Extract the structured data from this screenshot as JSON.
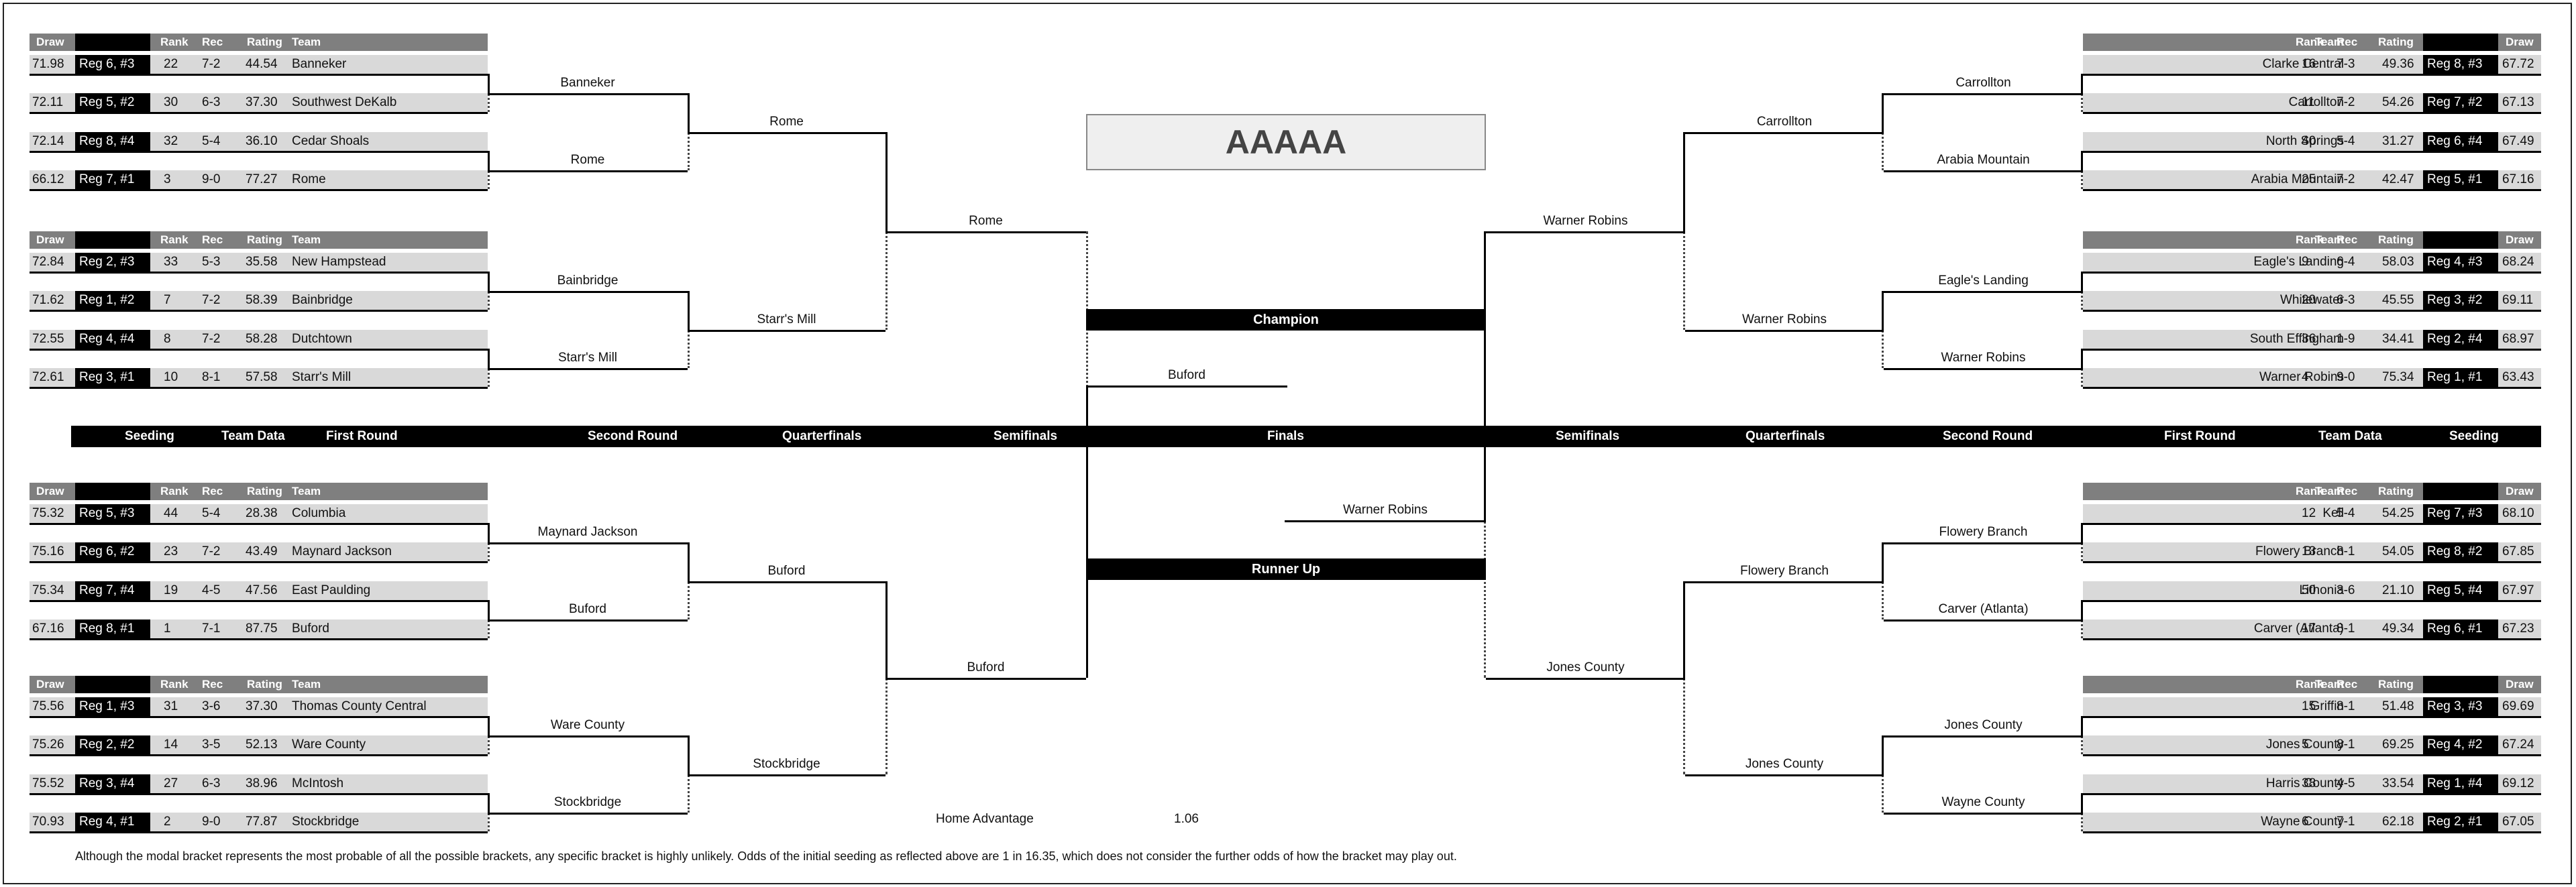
{
  "title": "AAAAA",
  "champion_label": "Champion",
  "runner_up_label": "Runner Up",
  "home_advantage_label": "Home Advantage",
  "home_advantage_value": "1.06",
  "footnote": "Although the modal bracket represents the most probable of all the possible brackets, any specific bracket is highly unlikely.  Odds of the initial seeding as reflected above are 1 in 16.35, which does not consider the further odds of how the bracket may play out.",
  "rounds_bar": {
    "left": [
      "Seeding",
      "Team Data",
      "First Round",
      "Second Round",
      "Quarterfinals",
      "Semifinals"
    ],
    "center": "Finals",
    "right": [
      "Semifinals",
      "Quarterfinals",
      "Second Round",
      "First Round",
      "Team Data",
      "Seeding"
    ]
  },
  "header_labels": {
    "draw": "Draw",
    "rank": "Rank",
    "rec": "Rec",
    "rating": "Rating",
    "team": "Team"
  },
  "left_groups": [
    {
      "rows": [
        {
          "draw": "71.98",
          "seed": "Reg 6, #3",
          "rank": "22",
          "rec": "7-2",
          "rating": "44.54",
          "team": "Banneker"
        },
        {
          "draw": "72.11",
          "seed": "Reg 5, #2",
          "rank": "30",
          "rec": "6-3",
          "rating": "37.30",
          "team": "Southwest DeKalb"
        },
        {
          "draw": "72.14",
          "seed": "Reg 8, #4",
          "rank": "32",
          "rec": "5-4",
          "rating": "36.10",
          "team": "Cedar Shoals"
        },
        {
          "draw": "66.12",
          "seed": "Reg 7, #1",
          "rank": "3",
          "rec": "9-0",
          "rating": "77.27",
          "team": "Rome"
        }
      ]
    },
    {
      "rows": [
        {
          "draw": "72.84",
          "seed": "Reg 2, #3",
          "rank": "33",
          "rec": "5-3",
          "rating": "35.58",
          "team": "New Hampstead"
        },
        {
          "draw": "71.62",
          "seed": "Reg 1, #2",
          "rank": "7",
          "rec": "7-2",
          "rating": "58.39",
          "team": "Bainbridge"
        },
        {
          "draw": "72.55",
          "seed": "Reg 4, #4",
          "rank": "8",
          "rec": "7-2",
          "rating": "58.28",
          "team": "Dutchtown"
        },
        {
          "draw": "72.61",
          "seed": "Reg 3, #1",
          "rank": "10",
          "rec": "8-1",
          "rating": "57.58",
          "team": "Starr's Mill"
        }
      ]
    },
    {
      "rows": [
        {
          "draw": "75.32",
          "seed": "Reg 5, #3",
          "rank": "44",
          "rec": "5-4",
          "rating": "28.38",
          "team": "Columbia"
        },
        {
          "draw": "75.16",
          "seed": "Reg 6, #2",
          "rank": "23",
          "rec": "7-2",
          "rating": "43.49",
          "team": "Maynard Jackson"
        },
        {
          "draw": "75.34",
          "seed": "Reg 7, #4",
          "rank": "19",
          "rec": "4-5",
          "rating": "47.56",
          "team": "East Paulding"
        },
        {
          "draw": "67.16",
          "seed": "Reg 8, #1",
          "rank": "1",
          "rec": "7-1",
          "rating": "87.75",
          "team": "Buford"
        }
      ]
    },
    {
      "rows": [
        {
          "draw": "75.56",
          "seed": "Reg 1, #3",
          "rank": "31",
          "rec": "3-6",
          "rating": "37.30",
          "team": "Thomas County Central"
        },
        {
          "draw": "75.26",
          "seed": "Reg 2, #2",
          "rank": "14",
          "rec": "3-5",
          "rating": "52.13",
          "team": "Ware County"
        },
        {
          "draw": "75.52",
          "seed": "Reg 3, #4",
          "rank": "27",
          "rec": "6-3",
          "rating": "38.96",
          "team": "McIntosh"
        },
        {
          "draw": "70.93",
          "seed": "Reg 4, #1",
          "rank": "2",
          "rec": "9-0",
          "rating": "77.87",
          "team": "Stockbridge"
        }
      ]
    }
  ],
  "right_groups": [
    {
      "rows": [
        {
          "team": "Clarke Central",
          "rank": "16",
          "rec": "7-3",
          "rating": "49.36",
          "seed": "Reg 8, #3",
          "draw": "67.72"
        },
        {
          "team": "Carrollton",
          "rank": "11",
          "rec": "7-2",
          "rating": "54.26",
          "seed": "Reg 7, #2",
          "draw": "67.13"
        },
        {
          "team": "North Springs",
          "rank": "40",
          "rec": "5-4",
          "rating": "31.27",
          "seed": "Reg 6, #4",
          "draw": "67.49"
        },
        {
          "team": "Arabia Mountain",
          "rank": "25",
          "rec": "7-2",
          "rating": "42.47",
          "seed": "Reg 5, #1",
          "draw": "67.16"
        }
      ]
    },
    {
      "rows": [
        {
          "team": "Eagle's Landing",
          "rank": "9",
          "rec": "6-4",
          "rating": "58.03",
          "seed": "Reg 4, #3",
          "draw": "68.24"
        },
        {
          "team": "Whitewater",
          "rank": "20",
          "rec": "6-3",
          "rating": "45.55",
          "seed": "Reg 3, #2",
          "draw": "69.11"
        },
        {
          "team": "South Effingham",
          "rank": "36",
          "rec": "1-9",
          "rating": "34.41",
          "seed": "Reg 2, #4",
          "draw": "68.97"
        },
        {
          "team": "Warner Robins",
          "rank": "4",
          "rec": "9-0",
          "rating": "75.34",
          "seed": "Reg 1, #1",
          "draw": "63.43"
        }
      ]
    },
    {
      "rows": [
        {
          "team": "Kell",
          "rank": "12",
          "rec": "5-4",
          "rating": "54.25",
          "seed": "Reg 7, #3",
          "draw": "68.10"
        },
        {
          "team": "Flowery Branch",
          "rank": "13",
          "rec": "8-1",
          "rating": "54.05",
          "seed": "Reg 8, #2",
          "draw": "67.85"
        },
        {
          "team": "Lithonia",
          "rank": "50",
          "rec": "3-6",
          "rating": "21.10",
          "seed": "Reg 5, #4",
          "draw": "67.97"
        },
        {
          "team": "Carver (Atlanta)",
          "rank": "17",
          "rec": "8-1",
          "rating": "49.34",
          "seed": "Reg 6, #1",
          "draw": "67.23"
        }
      ]
    },
    {
      "rows": [
        {
          "team": "Griffin",
          "rank": "15",
          "rec": "8-1",
          "rating": "51.48",
          "seed": "Reg 3, #3",
          "draw": "69.69"
        },
        {
          "team": "Jones County",
          "rank": "5",
          "rec": "8-1",
          "rating": "69.25",
          "seed": "Reg 4, #2",
          "draw": "67.24"
        },
        {
          "team": "Harris County",
          "rank": "38",
          "rec": "4-5",
          "rating": "33.54",
          "seed": "Reg 1, #4",
          "draw": "69.12"
        },
        {
          "team": "Wayne County",
          "rank": "6",
          "rec": "7-1",
          "rating": "62.18",
          "seed": "Reg 2, #1",
          "draw": "67.05"
        }
      ]
    }
  ],
  "left_winners": {
    "second_round": [
      "Banneker",
      "Rome",
      "Bainbridge",
      "Starr's Mill",
      "Maynard Jackson",
      "Buford",
      "Ware County",
      "Stockbridge"
    ],
    "quarterfinals": [
      "Rome",
      "Starr's Mill",
      "Buford",
      "Stockbridge"
    ],
    "semifinals": [
      "Rome",
      "Buford"
    ],
    "finals": "Buford"
  },
  "right_winners": {
    "second_round": [
      "Carrollton",
      "Arabia Mountain",
      "Eagle's Landing",
      "Warner Robins",
      "Flowery Branch",
      "Carver (Atlanta)",
      "Jones County",
      "Wayne County"
    ],
    "quarterfinals": [
      "Carrollton",
      "Warner Robins",
      "Flowery Branch",
      "Jones County"
    ],
    "semifinals": [
      "Warner Robins",
      "Jones County"
    ],
    "finals": "Warner Robins"
  }
}
